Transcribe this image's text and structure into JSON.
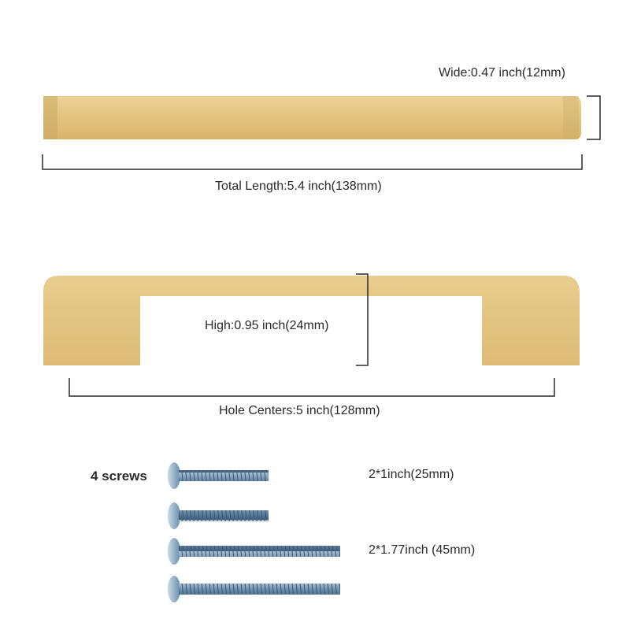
{
  "dimensions": {
    "wide_label": "Wide:0.47 inch(12mm)",
    "total_length_label": "Total Length:5.4 inch(138mm)",
    "high_label": "High:0.95 inch(24mm)",
    "hole_centers_label": "Hole Centers:5 inch(128mm)"
  },
  "screws": {
    "title": "4 screws",
    "short_label": "2*1inch(25mm)",
    "long_label": "2*1.77inch (45mm)"
  },
  "colors": {
    "handle_gold": "#e3c47f",
    "screw_steel": "#7c9cb8",
    "line": "#2a2a2a"
  }
}
